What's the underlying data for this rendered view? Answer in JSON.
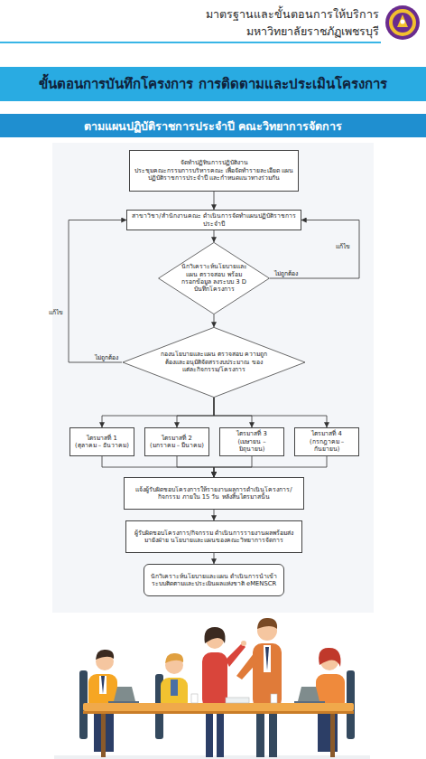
{
  "diagram": {
    "title": "ขั้นตอนการบันทึกโครงการ การติดตามและประเมินโครงการ",
    "nodes": [
      {
        "text": [
          "จัดทำปฏิทินการปฏิบัติงาน",
          "ประชุมคณะกรรมการบริหารคณะ เพื่อจัดทำรายละเอียด แผนปฏิบัติราชการประจำปี และกำหนดแนวทางร่วมกัน"
        ]
      },
      {
        "text": [
          "สาขาวิชา/สำนักงานคณะ ดำเนินการจัดทำแผนปฏิบัติราชการประจำปี"
        ]
      },
      {
        "text": [
          "นักวิเคราะห์นโยบายและแผน ตรวจสอบ พร้อมกรอกข้อมูล ลงระบบ 3 D บันทึกโครงการ"
        ]
      },
      {
        "text": [
          "กองนโยบายและแผน ตรวจสอบ ความถูกต้องและอนุมัติจัดสรรงบประมาณ ของแต่ละกิจกรรม/โครงการ"
        ]
      },
      {
        "text": [
          "ไตรมาสที่ 1",
          "(ตุลาคม – ธันวาคม)"
        ]
      },
      {
        "text": [
          "ไตรมาสที่ 2",
          "(มกราคม – มีนาคม)"
        ]
      },
      {
        "text": [
          "ไตรมาสที่ 3",
          "(เมษายน – มิถุนายน)"
        ]
      },
      {
        "text": [
          "ไตรมาสที่ 4",
          "(กรกฎาคม – กันยายน)"
        ]
      },
      {
        "text": [
          "แจ้งผู้รับผิดชอบโครงการให้รายงานผลการดำเนินโครงการ/กิจกรรม ภายใน 15 วัน หลังสิ้นไตรมาสนั้น"
        ]
      },
      {
        "text": [
          "ผู้รับผิดชอบโครงการ/กิจกรรม ดำเนินการรายงานผลพร้อมส่งมายังฝ่าย นโยบายและแผนของคณะวิทยาการจัดการ"
        ]
      },
      {
        "text": [
          "นักวิเคราะห์นโยบายและแผน ดำเนินการนำเข้า ระบบติดตามและประเมินผลแห่งชาติ eMENSCR"
        ]
      }
    ],
    "edges": [
      {
        "from": 0,
        "to": 1,
        "arrow": "to"
      },
      {
        "from": 1,
        "to": 2,
        "arrow": "to"
      },
      {
        "from": 2,
        "to": 1,
        "label": "ไม่ถูกต้อง",
        "arrow": "to"
      },
      {
        "from": 2,
        "to": 3,
        "arrow": "to"
      },
      {
        "from": 3,
        "to": 1,
        "label": "ไม่ถูกต้อง",
        "arrow": "to"
      },
      {
        "from": 3,
        "to": 4,
        "arrow": "to"
      },
      {
        "from": 3,
        "to": 5,
        "arrow": "to"
      },
      {
        "from": 3,
        "to": 6,
        "arrow": "to"
      },
      {
        "from": 3,
        "to": 7,
        "arrow": "to"
      },
      {
        "from": 4,
        "to": 8,
        "arrow": "to"
      },
      {
        "from": 5,
        "to": 8,
        "arrow": "to"
      },
      {
        "from": 6,
        "to": 8,
        "arrow": "to"
      },
      {
        "from": 7,
        "to": 8,
        "arrow": "to"
      },
      {
        "from": 8,
        "to": 9,
        "arrow": "to"
      },
      {
        "from": 9,
        "to": 10,
        "arrow": "to"
      }
    ],
    "labels": [
      "มาตรฐานและขั้นตอนการให้บริการ",
      "มหาวิทยาลัยราชภัฏเพชรบุรี",
      "ตามแผนปฏิบัติราชการประจำปี คณะวิทยาการจัดการ",
      "แก้ไข",
      "แก้ไข"
    ]
  }
}
